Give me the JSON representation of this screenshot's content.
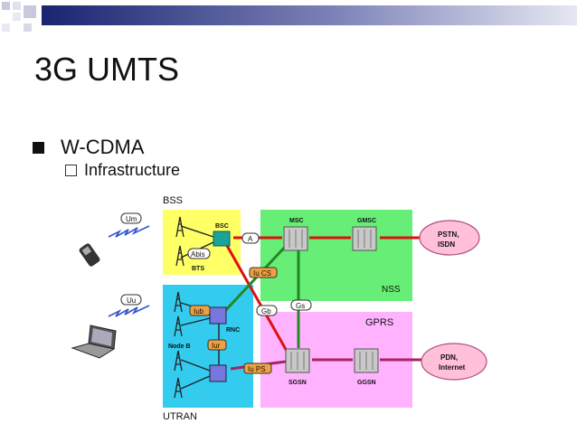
{
  "slide": {
    "title": "3G UMTS",
    "bullet": "W-CDMA",
    "subbullet": "Infrastructure"
  },
  "diagram": {
    "regions": {
      "bss": "BSS",
      "utran": "UTRAN",
      "nss": "NSS",
      "gprs": "GPRS"
    },
    "nodes": {
      "bsc": "BSC",
      "bts": "BTS",
      "abis": "Abis",
      "um": "Um",
      "uu": "Uu",
      "iub": "Iub",
      "rnc": "RNC",
      "iur": "Iur",
      "nodeb": "Node B",
      "msc": "MSC",
      "gmsc": "GMSC",
      "sgsn": "SGSN",
      "ggsn": "GGSN",
      "a": "A",
      "iucs": "Iu CS",
      "gs": "Gs",
      "gb": "Gb",
      "iups": "Iu PS",
      "pstn_line1": "PSTN,",
      "pstn_line2": "ISDN",
      "pdn_line1": "PDN,",
      "pdn_line2": "Internet"
    },
    "colors": {
      "bss": "#ffff66",
      "utran": "#33ccee",
      "nss": "#66ee77",
      "gprs": "#ffb3ff",
      "line_red": "#dd1111",
      "line_green": "#228822",
      "line_purple": "#aa2266"
    }
  }
}
